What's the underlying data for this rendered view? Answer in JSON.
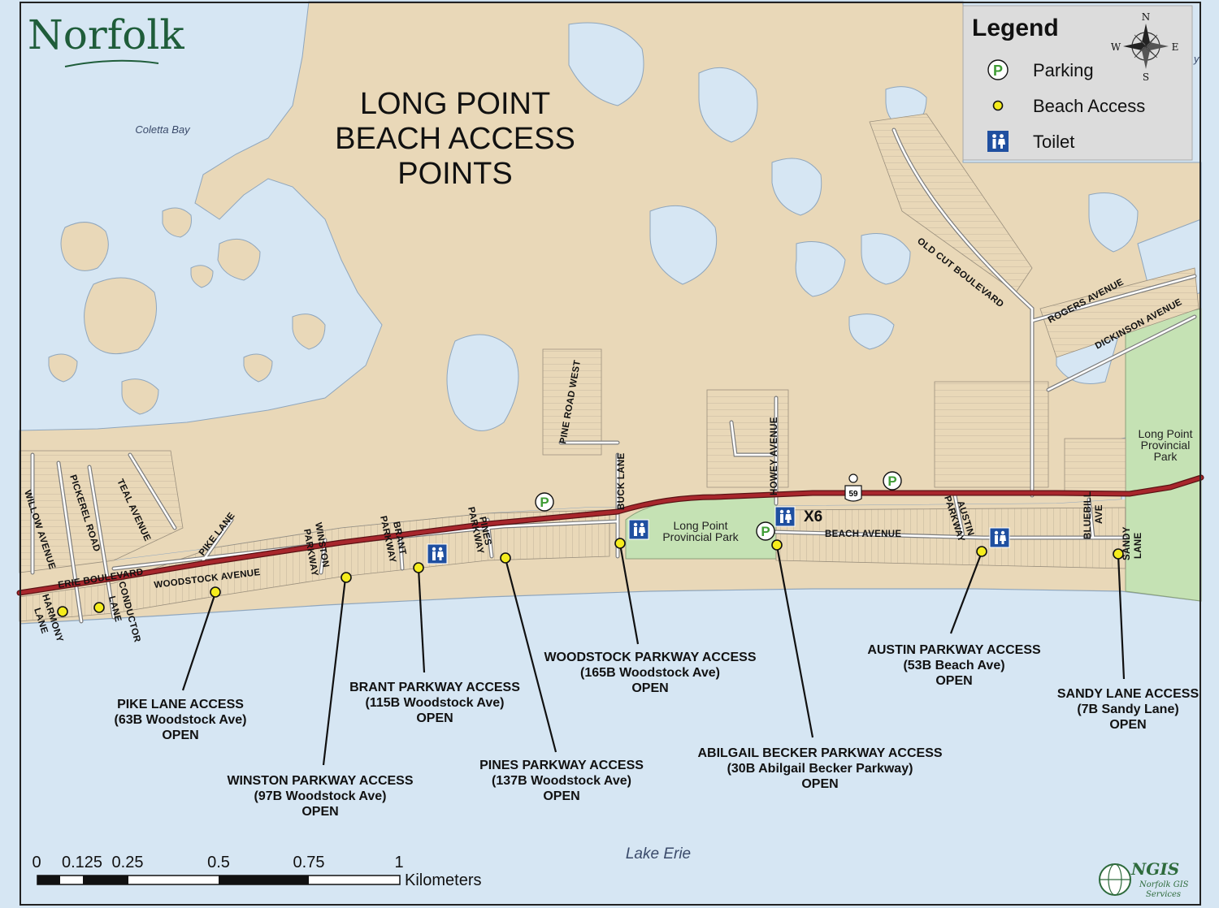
{
  "map": {
    "title_lines": [
      "LONG POINT",
      "BEACH ACCESS",
      "POINTS"
    ],
    "brand": "Norfolk",
    "water_labels": {
      "bay": "Coletta Bay",
      "lake": "Lake Erie"
    },
    "park_labels": {
      "central": [
        "Long Point",
        "Provincial Park"
      ],
      "east": [
        "Long Point",
        "Provincial",
        "Park"
      ]
    },
    "highway_shield": "59",
    "toilet_marker_label": "X6",
    "stray_text": "y"
  },
  "legend": {
    "title": "Legend",
    "items": [
      {
        "label": "Parking",
        "icon": "parking-icon"
      },
      {
        "label": "Beach Access",
        "icon": "beach-access-dot-icon"
      },
      {
        "label": "Toilet",
        "icon": "toilet-icon"
      }
    ],
    "compass": {
      "n": "N",
      "s": "S",
      "e": "E",
      "w": "W"
    }
  },
  "roads": {
    "willow": "WILLOW AVENUE",
    "pickerel": "PICKEREL ROAD",
    "teal": "TEAL AVENUE",
    "pike": "PIKE LANE",
    "erie": "ERIE BOULEVARD",
    "woodstock": "WOODSTOCK AVENUE",
    "harmony": [
      "HARMONY",
      "LANE"
    ],
    "conductor": [
      "CONDUCTOR",
      "LANE"
    ],
    "winston": [
      "WINSTON",
      "PARKWAY"
    ],
    "brant": [
      "BRANT",
      "PARKWAY"
    ],
    "pines": [
      "PINES",
      "PARKWAY"
    ],
    "pine_west": "PINE ROAD WEST",
    "buck": "BUCK LANE",
    "howey": "HOWEY AVENUE",
    "beach_ave": "BEACH AVENUE",
    "austin": [
      "AUSTIN",
      "PARKWAY"
    ],
    "bluebill": [
      "BLUEBILL",
      "AVE"
    ],
    "sandy": [
      "SANDY",
      "LANE"
    ],
    "old_cut": "OLD CUT BOULEVARD",
    "rogers": "ROGERS AVENUE",
    "dickinson": "DICKINSON AVENUE"
  },
  "access_points": [
    {
      "name": "PIKE LANE ACCESS",
      "address": "(63B Woodstock Ave)",
      "status": "OPEN"
    },
    {
      "name": "WINSTON PARKWAY ACCESS",
      "address": "(97B Woodstock Ave)",
      "status": "OPEN"
    },
    {
      "name": "BRANT PARKWAY ACCESS",
      "address": "(115B Woodstock Ave)",
      "status": "OPEN"
    },
    {
      "name": "PINES PARKWAY ACCESS",
      "address": "(137B Woodstock Ave)",
      "status": "OPEN"
    },
    {
      "name": "WOODSTOCK PARKWAY ACCESS",
      "address": "(165B Woodstock Ave)",
      "status": "OPEN"
    },
    {
      "name": "ABILGAIL BECKER PARKWAY ACCESS",
      "address": "(30B Abilgail Becker Parkway)",
      "status": "OPEN"
    },
    {
      "name": "AUSTIN PARKWAY ACCESS",
      "address": "(53B Beach Ave)",
      "status": "OPEN"
    },
    {
      "name": "SANDY LANE ACCESS",
      "address": "(7B Sandy Lane)",
      "status": "OPEN"
    }
  ],
  "scale_bar": {
    "ticks": [
      "0",
      "0.125",
      "0.25",
      "0.5",
      "0.75",
      "1"
    ],
    "unit": "Kilometers"
  },
  "credit": {
    "acronym": "NGIS",
    "lines": [
      "Norfolk GIS",
      "Services"
    ]
  },
  "colors": {
    "water": "#d6e6f3",
    "land": "#e9d8b8",
    "park": "#c5e2b4",
    "highway": "#a8262c",
    "parking_green": "#3f9c35",
    "beach_dot": "#f5ec1c",
    "toilet_blue": "#1f4fa0"
  }
}
